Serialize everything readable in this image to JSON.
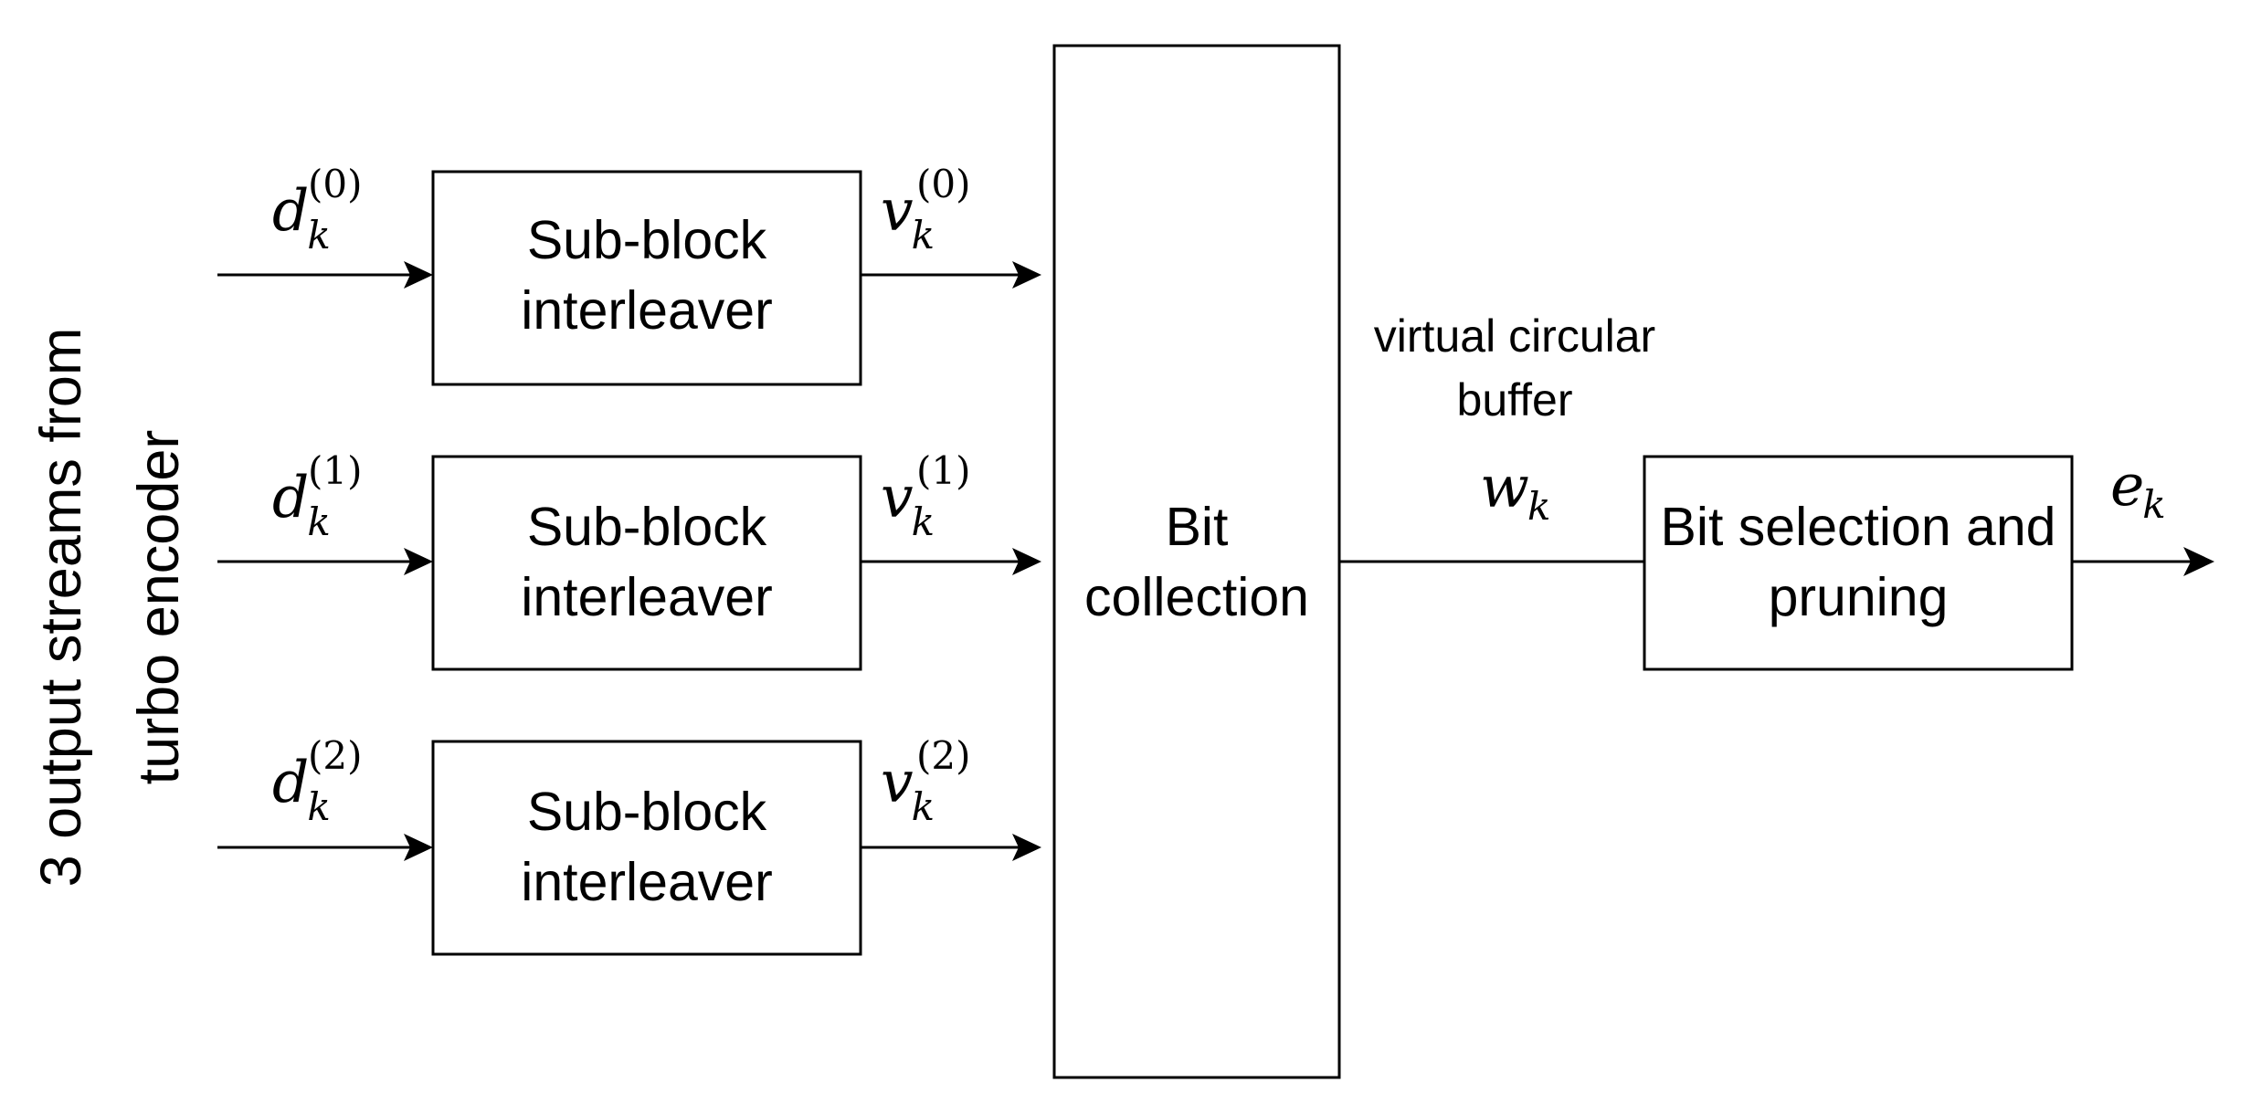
{
  "side_label": {
    "line1": "3 output streams from",
    "line2": "turbo encoder"
  },
  "inputs": [
    {
      "symbol": "d",
      "subscript": "k",
      "superscript": "(0)"
    },
    {
      "symbol": "d",
      "subscript": "k",
      "superscript": "(1)"
    },
    {
      "symbol": "d",
      "subscript": "k",
      "superscript": "(2)"
    }
  ],
  "interleavers": [
    {
      "line1": "Sub-block",
      "line2": "interleaver"
    },
    {
      "line1": "Sub-block",
      "line2": "interleaver"
    },
    {
      "line1": "Sub-block",
      "line2": "interleaver"
    }
  ],
  "interleaved": [
    {
      "symbol": "v",
      "subscript": "k",
      "superscript": "(0)"
    },
    {
      "symbol": "v",
      "subscript": "k",
      "superscript": "(1)"
    },
    {
      "symbol": "v",
      "subscript": "k",
      "superscript": "(2)"
    }
  ],
  "bit_collection": {
    "line1": "Bit",
    "line2": "collection"
  },
  "buffer_label": {
    "line1": "virtual circular",
    "line2": "buffer"
  },
  "buffer_signal": {
    "symbol": "w",
    "subscript": "k"
  },
  "bit_selection": {
    "line1": "Bit selection and",
    "line2": "pruning"
  },
  "output_signal": {
    "symbol": "e",
    "subscript": "k"
  }
}
